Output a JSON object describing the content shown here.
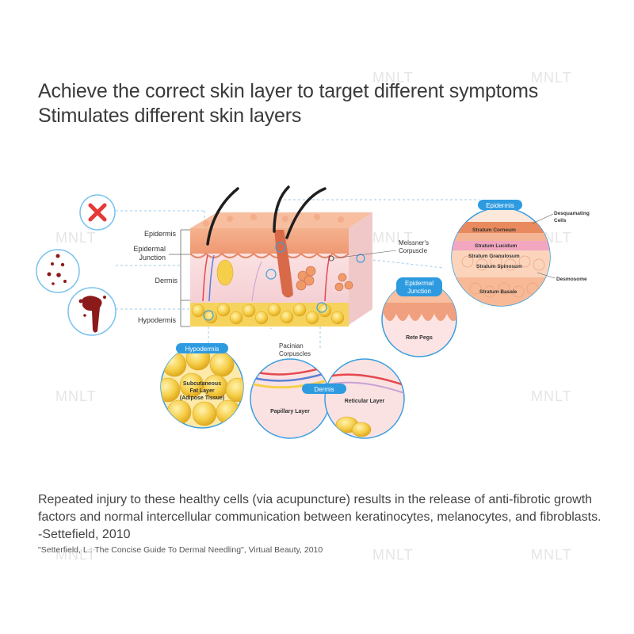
{
  "title": {
    "line1": "Achieve the correct skin layer to target different symptoms",
    "line2": "Stimulates different skin layers"
  },
  "watermark": "MNLT",
  "diagram": {
    "left_labels": [
      "Epidermis",
      "Epidermal Junction",
      "Dermis",
      "Hypodermis"
    ],
    "left_label_epidermal_line1": "Epidermal",
    "left_label_epidermal_line2": "Junction",
    "meissner_line1": "Meissner's",
    "meissner_line2": "Corpuscle",
    "pacinian_line1": "Pacinian",
    "pacinian_line2": "Corpuscles",
    "epidermis_callout": {
      "title": "Epidermis",
      "desquamating_line1": "Desquamating",
      "desquamating_line2": "Cells",
      "layers": [
        "Stratum Corneum",
        "Stratum Lucidum",
        "Stratum Granulosum",
        "Stratum Spinosum",
        "Stratum Basale"
      ],
      "desmosome": "Desmosome"
    },
    "epidermal_junction_callout": {
      "title_line1": "Epidermal",
      "title_line2": "Junction",
      "label": "Rete Pegs"
    },
    "hypodermis_callout": {
      "title": "Hypodermis",
      "label_line1": "Subcutaneous",
      "label_line2": "Fat Layer",
      "label_line3": "(Adipose Tissue)"
    },
    "dermis_callout": {
      "title": "Dermis",
      "papillary": "Papillary Layer",
      "reticular": "Reticular Layer"
    }
  },
  "colors": {
    "accent_blue": "#2e9be0",
    "x_red": "#e53935",
    "skin_peach": "#f2a27c",
    "fat_yellow": "#f6cf4a",
    "dermis_pink": "#f6d4d8"
  },
  "icons": [
    "close-icon",
    "blood-drops-icon",
    "blood-splatter-icon"
  ],
  "body_text": "Repeated injury to these healthy cells (via acupuncture) results in the release of anti-fibrotic growth factors and normal intercellular communication between keratinocytes, melanocytes, and fibroblasts. -Settefield, 2010",
  "citation": "\"Setterfield, L.: The Concise Guide To Dermal Needling\", Virtual Beauty, 2010"
}
